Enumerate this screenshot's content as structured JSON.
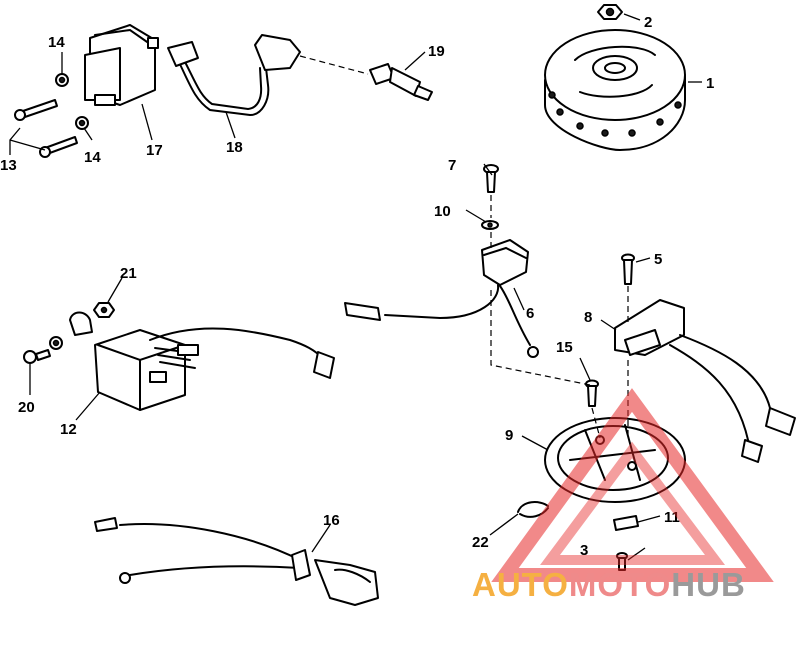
{
  "callouts": {
    "c1": "1",
    "c2": "2",
    "c3": "3",
    "c5": "5",
    "c6": "6",
    "c7": "7",
    "c8": "8",
    "c9": "9",
    "c10": "10",
    "c11": "11",
    "c12": "12",
    "c13": "13",
    "c14a": "14",
    "c14b": "14",
    "c15": "15",
    "c16": "16",
    "c17": "17",
    "c18": "18",
    "c19": "19",
    "c20": "20",
    "c21": "21",
    "c22": "22"
  },
  "watermark": {
    "part1": "AUTO",
    "part2": "MOTO",
    "part3": "HUB",
    "colors": {
      "auto": "#f5b042",
      "moto": "#ef8a8a",
      "hub": "#9a9a9a",
      "triangle": "#e62828"
    }
  }
}
